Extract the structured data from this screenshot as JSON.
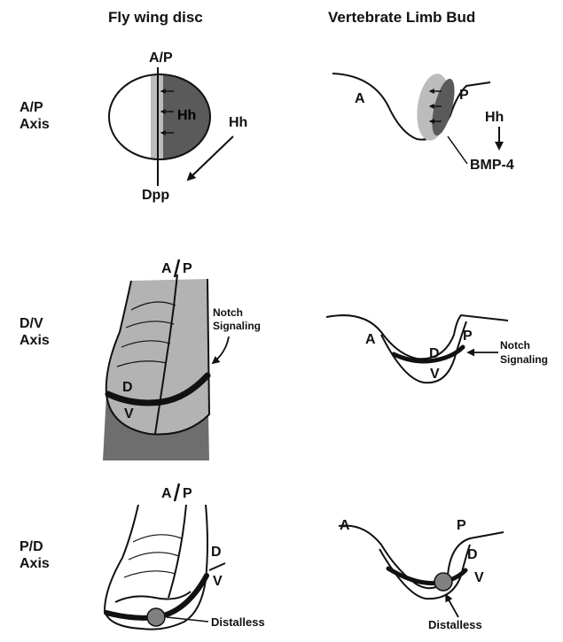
{
  "headers": {
    "fly": "Fly wing disc",
    "vertebrate": "Vertebrate Limb Bud"
  },
  "rows": [
    {
      "line1": "A/P",
      "line2": "Axis"
    },
    {
      "line1": "D/V",
      "line2": "Axis"
    },
    {
      "line1": "P/D",
      "line2": "Axis"
    }
  ],
  "labels": {
    "ap": "A/P",
    "hh": "Hh",
    "dpp": "Dpp",
    "a": "A",
    "p": "P",
    "bmp4": "BMP-4",
    "slash": "/",
    "d": "D",
    "v": "V",
    "notch_line1": "Notch",
    "notch_line2": "Signaling",
    "distalless": "Distalless"
  },
  "colors": {
    "posterior_dark": "#5a5a5a",
    "anterior_light": "#bcbcbc",
    "dorsal_gray": "#b3b3b3",
    "ventral_gray": "#6e6e6e",
    "distalless_dot": "#808080"
  }
}
